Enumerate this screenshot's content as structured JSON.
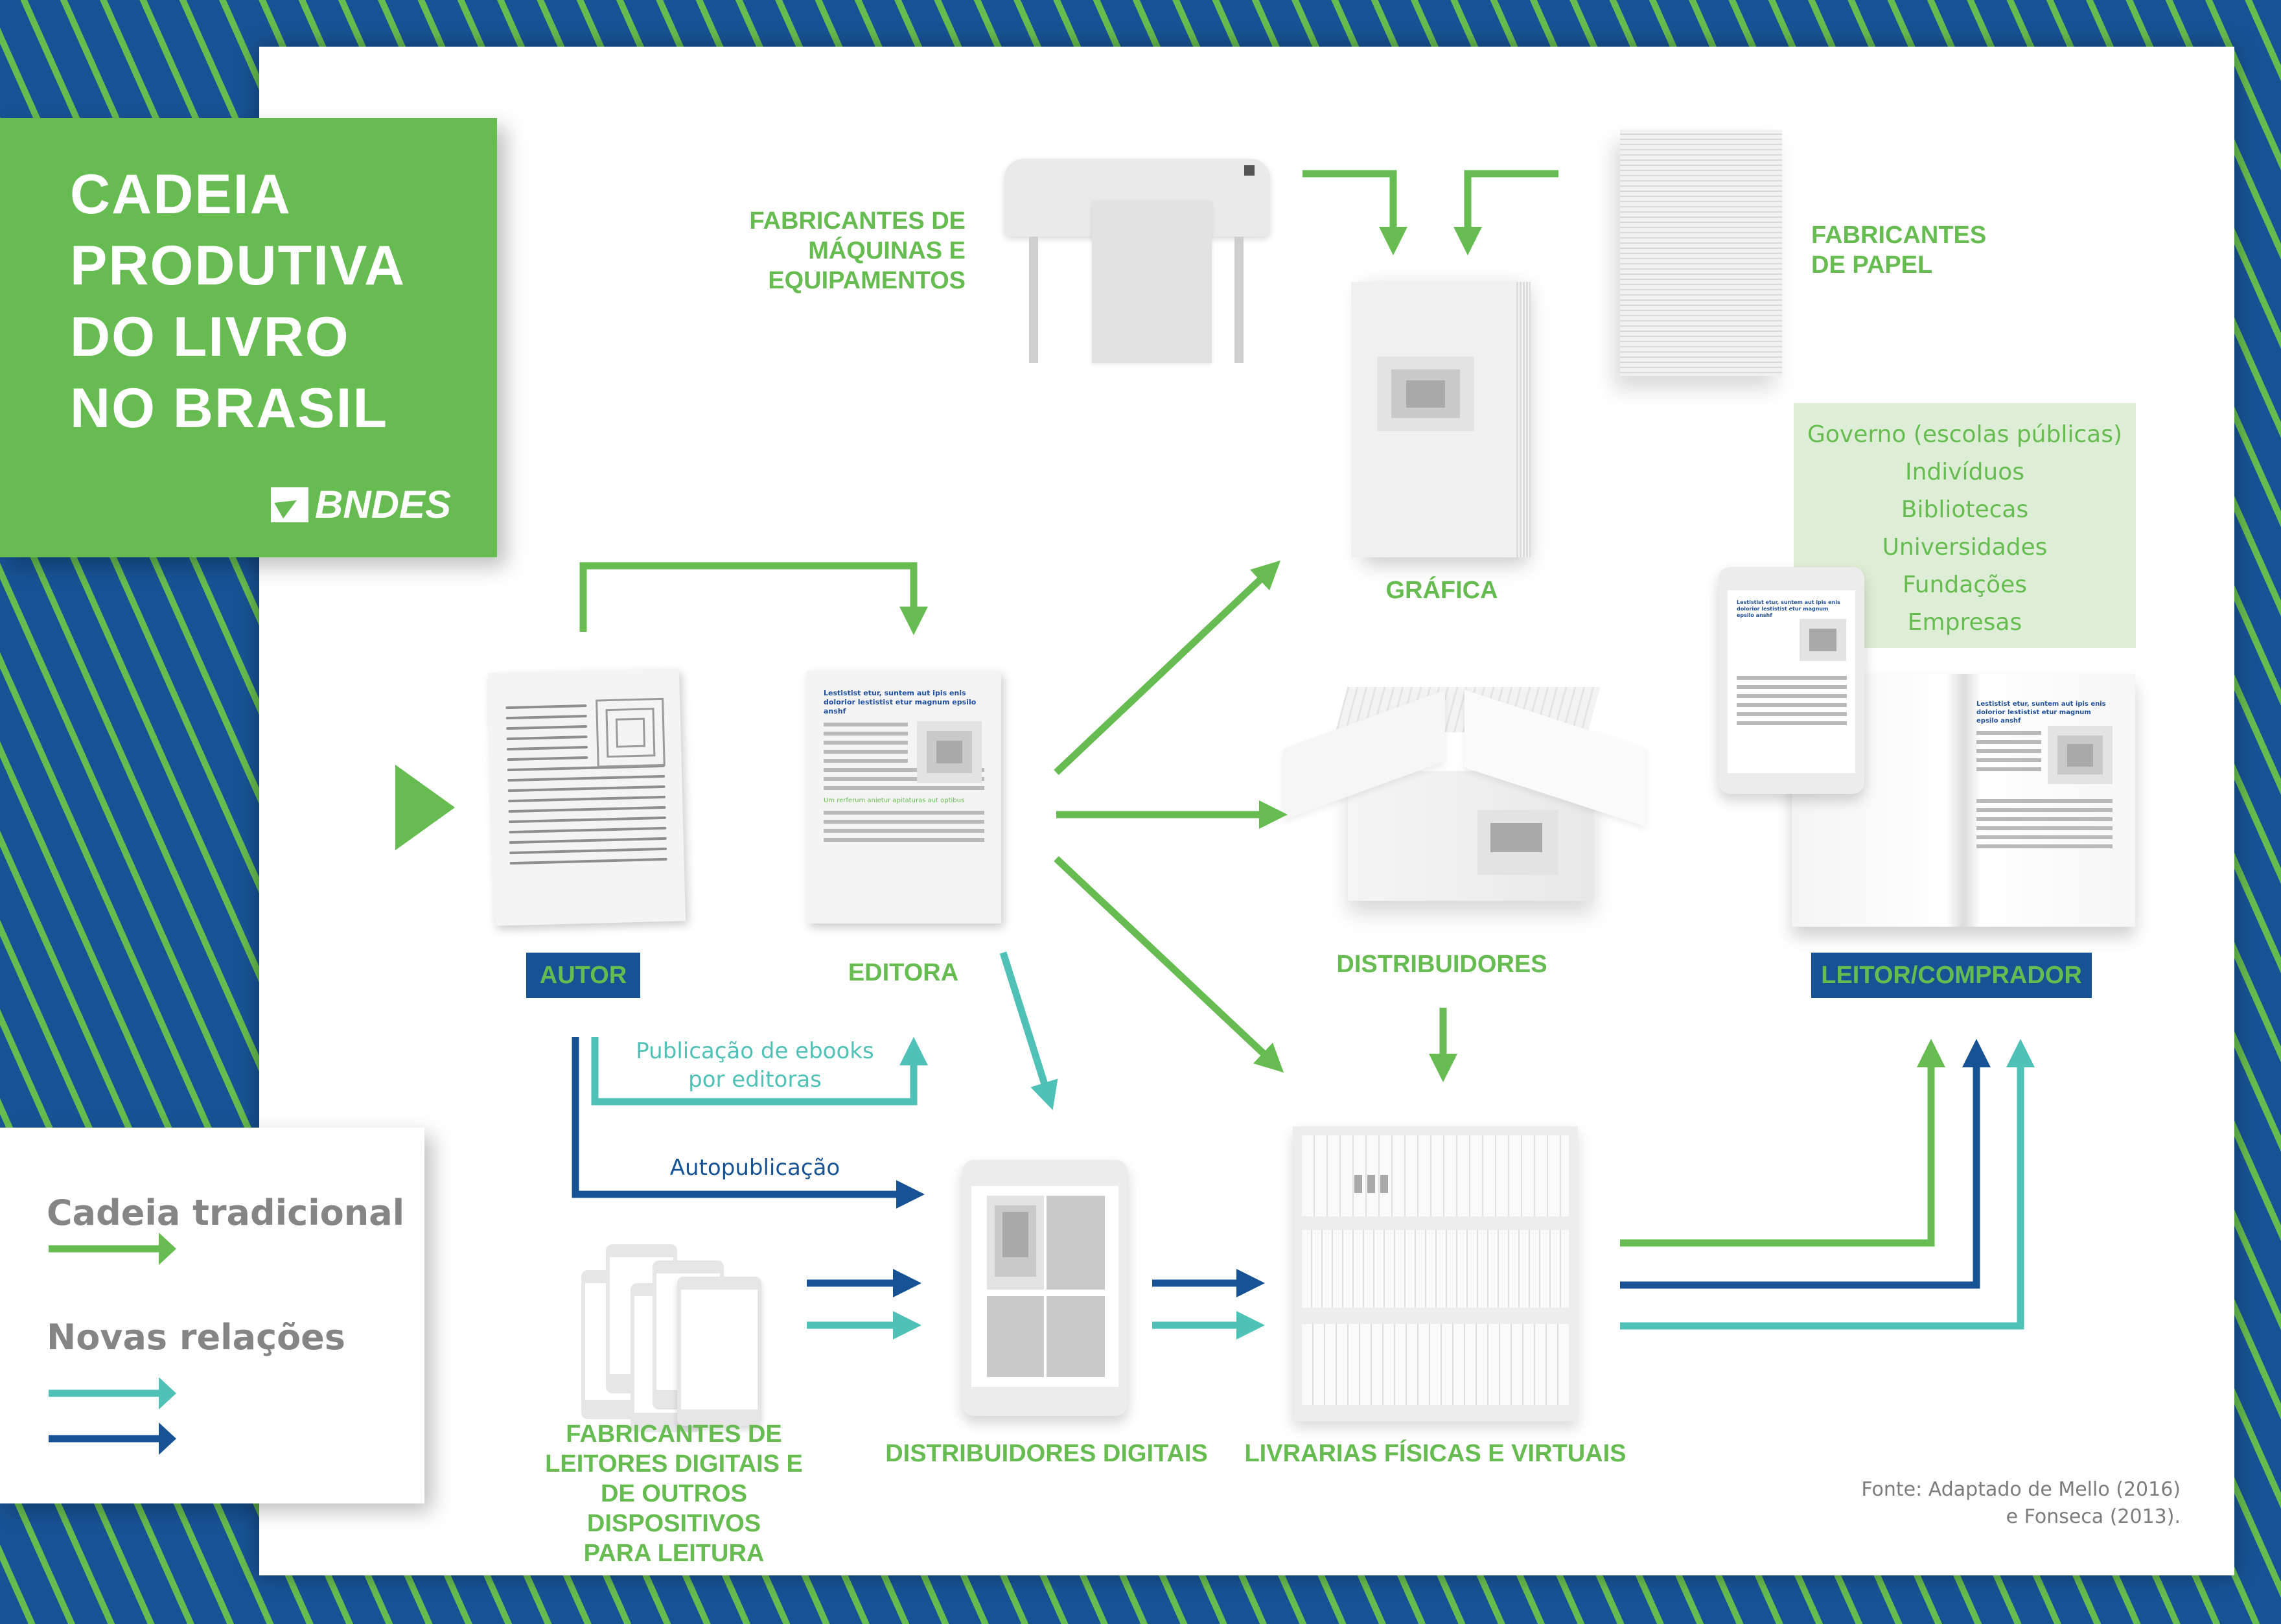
{
  "title": {
    "text": "CADEIA\nPRODUTIVA\nDO LIVRO\nNO BRASIL",
    "logo_label": "BNDES"
  },
  "colors": {
    "traditional": "#66bc50",
    "new_teal": "#4fc1b7",
    "new_navy": "#175394",
    "background": "#175394",
    "buyer_box": "#deeed6"
  },
  "nodes": {
    "machine_makers": "FABRICANTES DE\nMÁQUINAS E\nEQUIPAMENTOS",
    "paper_makers": "FABRICANTES\nDE PAPEL",
    "printer_shop": "GRÁFICA",
    "author": "AUTOR",
    "publisher": "EDITORA",
    "distributors": "DISTRIBUIDORES",
    "reader_buyer": "LEITOR/COMPRADOR",
    "device_makers": "FABRICANTES DE\nLEITORES DIGITAIS E\nDE OUTROS DISPOSITIVOS\nPARA LEITURA",
    "digital_distributors": "DISTRIBUIDORES DIGITAIS",
    "bookstores": "LIVRARIAS FÍSICAS E VIRTUAIS"
  },
  "buyers": [
    "Governo (escolas públicas)",
    "Indivíduos",
    "Bibliotecas",
    "Universidades",
    "Fundações",
    "Empresas"
  ],
  "edge_labels": {
    "ebook_publishing": "Publicação de ebooks\npor editoras",
    "self_publishing": "Autopublicação"
  },
  "legend": {
    "traditional": "Cadeia tradicional",
    "new_relations": "Novas relações"
  },
  "document_sample": {
    "heading": "Lestistist etur, suntem aut ipis enis dolorior lestistist etur magnum epsilo anshf",
    "subheading": "Um rerferum anietur apitaturas aut optibus"
  },
  "source": "Fonte: Adaptado de Mello (2016)\ne Fonseca (2013).",
  "edges": [
    {
      "from": "machine_makers",
      "to": "printer_shop",
      "type": "traditional"
    },
    {
      "from": "paper_makers",
      "to": "printer_shop",
      "type": "traditional"
    },
    {
      "from": "author",
      "to": "publisher",
      "type": "traditional"
    },
    {
      "from": "publisher",
      "to": "printer_shop",
      "type": "traditional"
    },
    {
      "from": "publisher",
      "to": "distributors",
      "type": "traditional"
    },
    {
      "from": "publisher",
      "to": "bookstores",
      "type": "traditional"
    },
    {
      "from": "distributors",
      "to": "bookstores",
      "type": "traditional"
    },
    {
      "from": "bookstores",
      "to": "reader_buyer",
      "type": "traditional"
    },
    {
      "from": "publisher",
      "to": "digital_distributors",
      "type": "new_teal"
    },
    {
      "from": "author",
      "to": "publisher",
      "type": "new_teal",
      "label": "ebook_publishing"
    },
    {
      "from": "author",
      "to": "digital_distributors",
      "type": "new_navy",
      "label": "self_publishing"
    },
    {
      "from": "device_makers",
      "to": "digital_distributors",
      "type": "new_navy"
    },
    {
      "from": "device_makers",
      "to": "digital_distributors",
      "type": "new_teal"
    },
    {
      "from": "digital_distributors",
      "to": "bookstores",
      "type": "new_navy"
    },
    {
      "from": "digital_distributors",
      "to": "bookstores",
      "type": "new_teal"
    },
    {
      "from": "bookstores",
      "to": "reader_buyer",
      "type": "new_navy"
    },
    {
      "from": "bookstores",
      "to": "reader_buyer",
      "type": "new_teal"
    }
  ]
}
